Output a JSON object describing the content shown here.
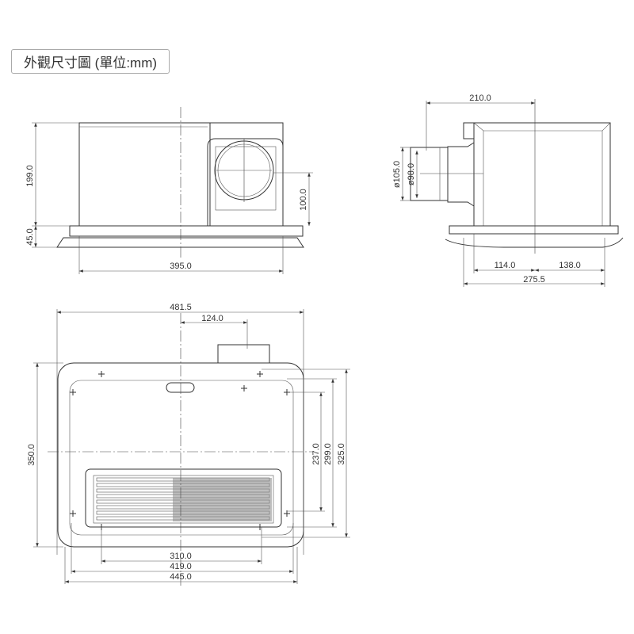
{
  "title": "外觀尺寸圖 (單位:mm)",
  "front_view": {
    "height_body": "199.0",
    "height_base": "45.0",
    "duct_center_height": "100.0",
    "width": "395.0"
  },
  "side_view": {
    "duct_offset": "210.0",
    "duct_outer_dia": "ø105.0",
    "duct_inner_dia": "ø98.0",
    "front_depth": "114.0",
    "rear_depth": "138.0",
    "total_depth": "275.5"
  },
  "bottom_view": {
    "overall_width": "481.5",
    "duct_offset": "124.0",
    "panel_height": "350.0",
    "mount_height_inner": "237.0",
    "mount_height_mid": "299.0",
    "mount_height_outer": "325.0",
    "mount_width_inner": "310.0",
    "mount_width_mid": "419.0",
    "panel_width": "445.0"
  }
}
